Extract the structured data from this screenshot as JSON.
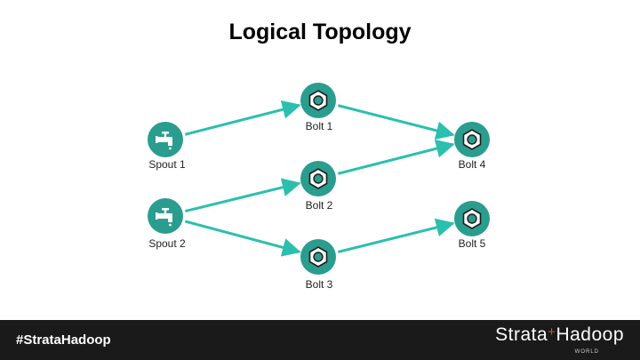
{
  "title": "Logical Topology",
  "colors": {
    "edge": "#2bbfae",
    "node_fill": "#2a9d8f",
    "node_inner": "#e8f6f4",
    "footer_bg": "#1a1a1a",
    "brand_plus": "#e04b2b"
  },
  "nodes": [
    {
      "id": "spout1",
      "type": "spout",
      "icon": "faucet-icon",
      "label": "Spout 1"
    },
    {
      "id": "spout2",
      "type": "spout",
      "icon": "faucet-icon",
      "label": "Spout 2"
    },
    {
      "id": "bolt1",
      "type": "bolt",
      "icon": "hex-nut-icon",
      "label": "Bolt 1"
    },
    {
      "id": "bolt2",
      "type": "bolt",
      "icon": "hex-nut-icon",
      "label": "Bolt 2"
    },
    {
      "id": "bolt3",
      "type": "bolt",
      "icon": "hex-nut-icon",
      "label": "Bolt 3"
    },
    {
      "id": "bolt4",
      "type": "bolt",
      "icon": "hex-nut-icon",
      "label": "Bolt 4"
    },
    {
      "id": "bolt5",
      "type": "bolt",
      "icon": "hex-nut-icon",
      "label": "Bolt 5"
    }
  ],
  "edges": [
    {
      "from": "spout1",
      "to": "bolt1"
    },
    {
      "from": "spout2",
      "to": "bolt2"
    },
    {
      "from": "spout2",
      "to": "bolt3"
    },
    {
      "from": "bolt1",
      "to": "bolt4"
    },
    {
      "from": "bolt2",
      "to": "bolt4"
    },
    {
      "from": "bolt3",
      "to": "bolt5"
    }
  ],
  "footer": {
    "hashtag": "#StrataHadoop",
    "brand_left": "Strata",
    "brand_plus": "+",
    "brand_right": "Hadoop",
    "brand_sub": "WORLD"
  }
}
